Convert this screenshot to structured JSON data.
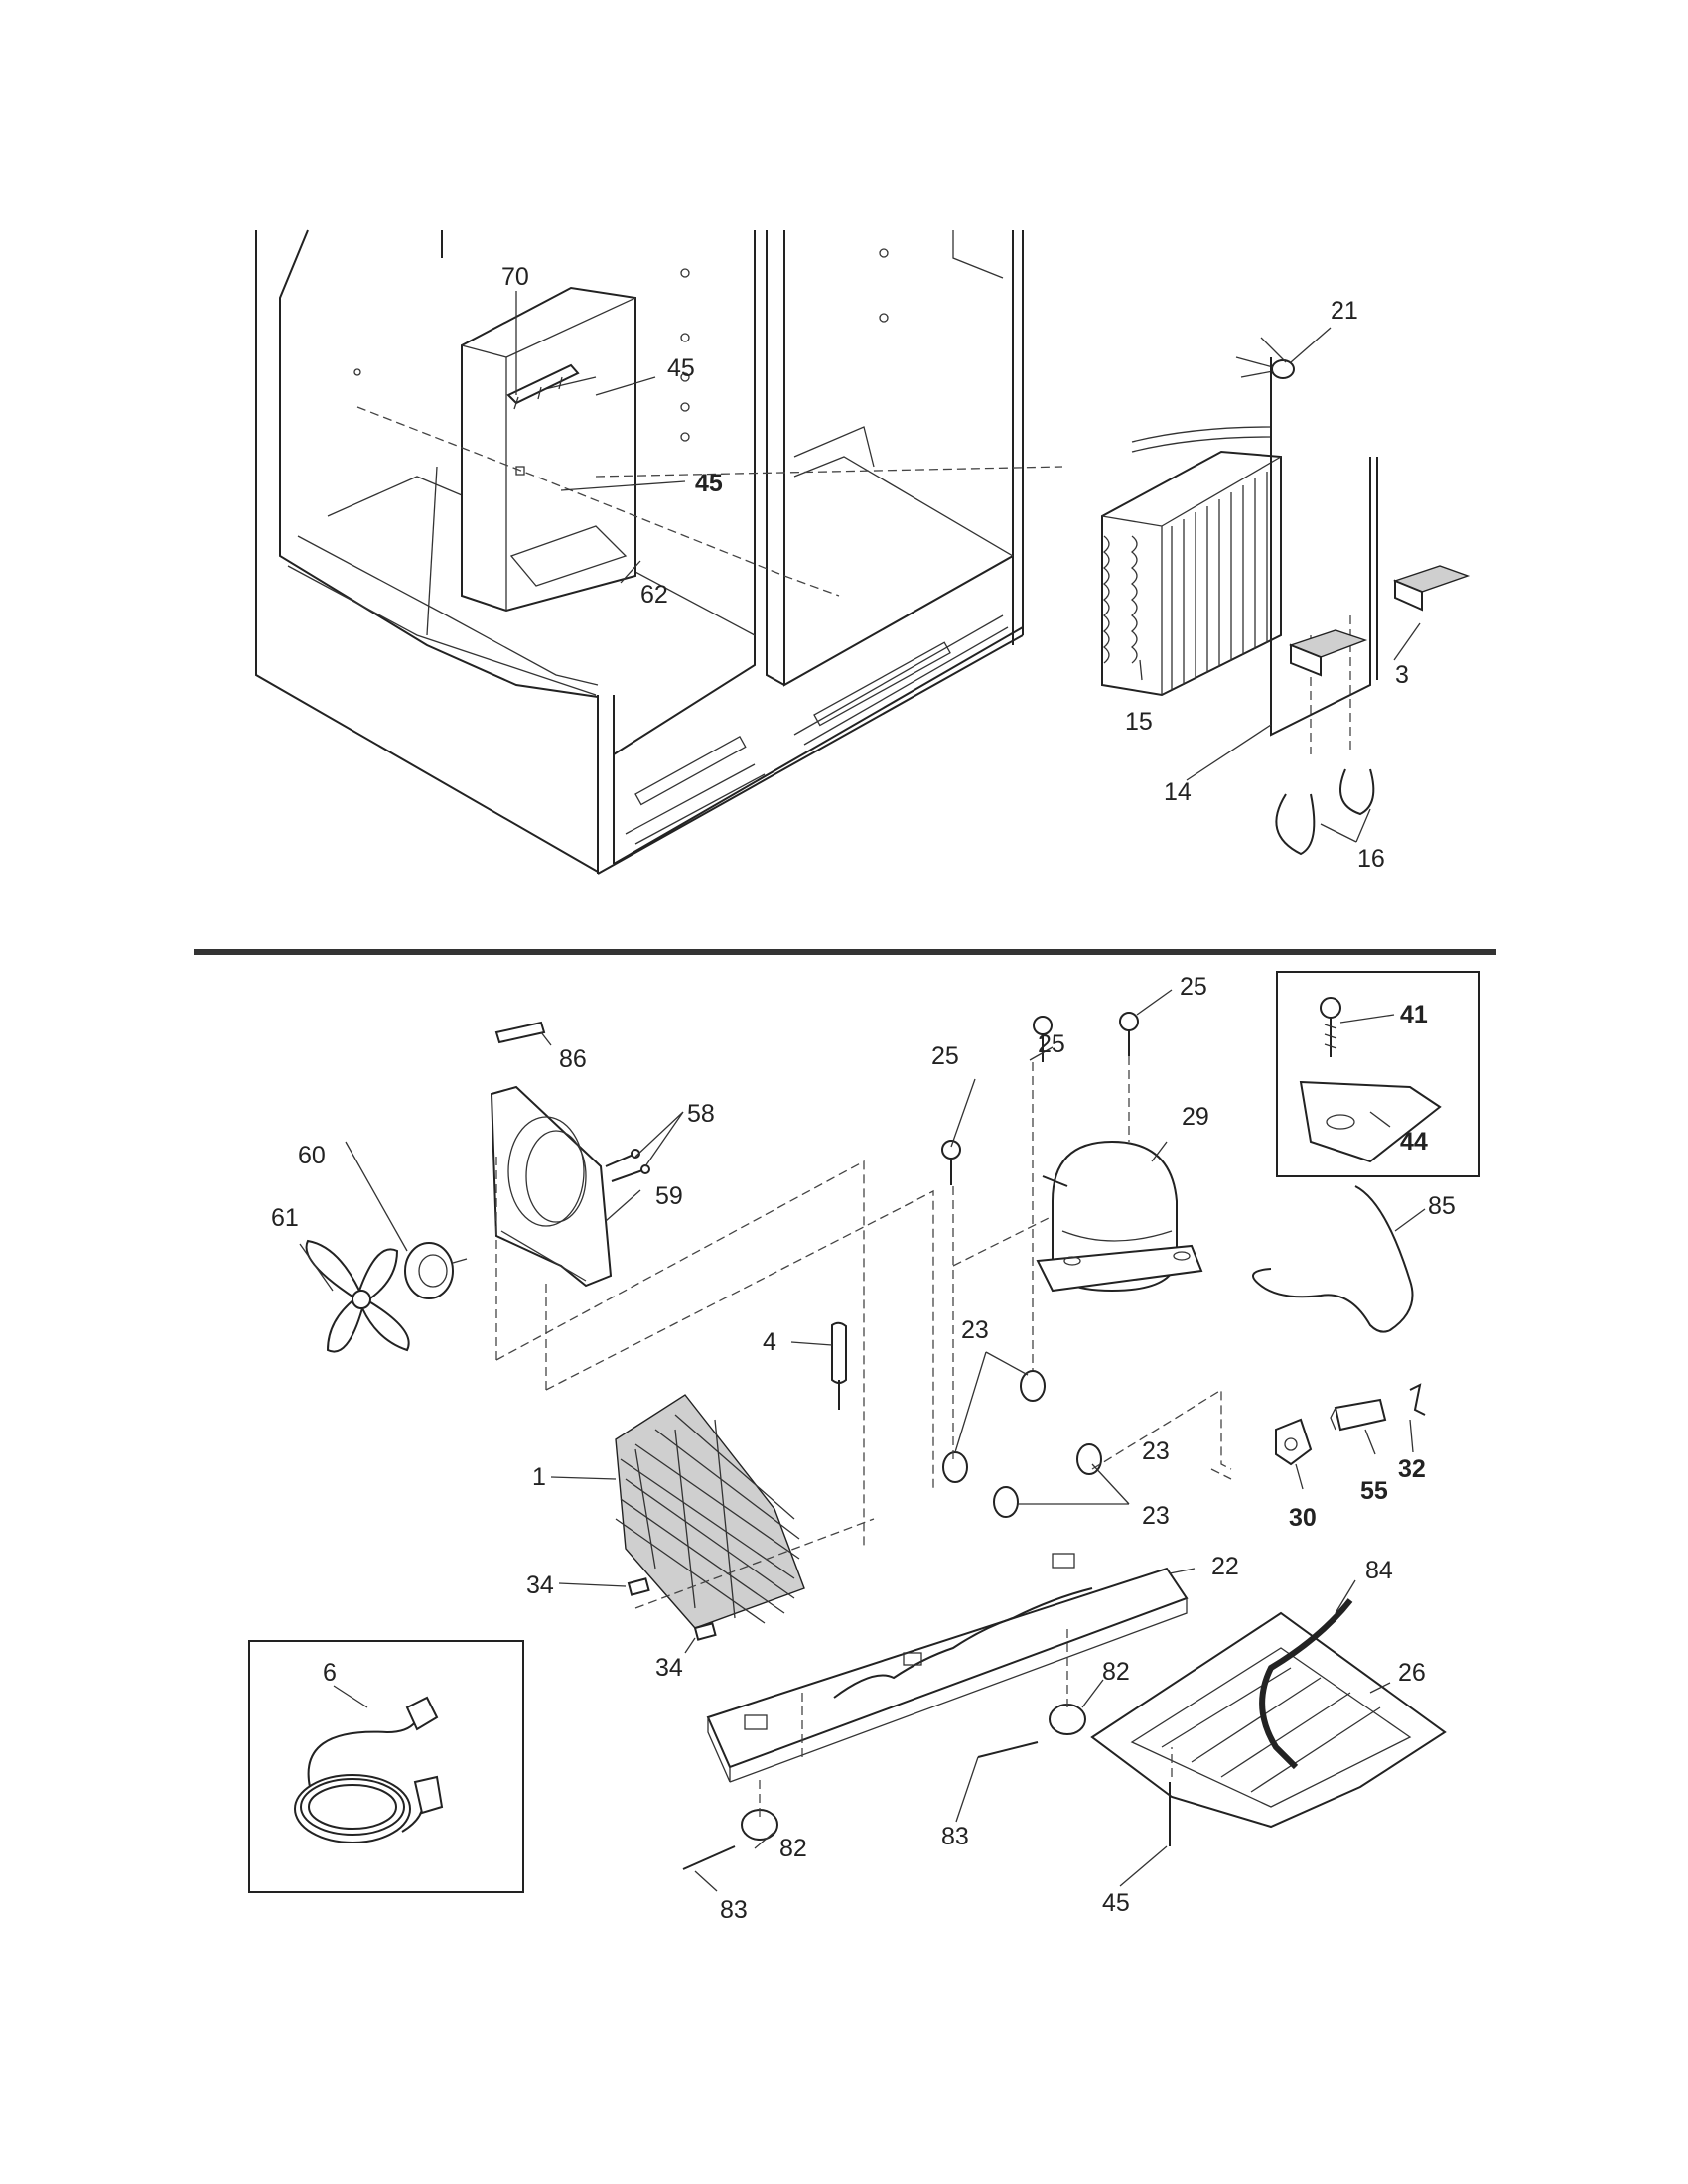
{
  "diagram": {
    "top_section": {
      "labels": [
        "70",
        "45",
        "45",
        "62",
        "21",
        "3",
        "15",
        "14",
        "16"
      ]
    },
    "bottom_section": {
      "labels": [
        "86",
        "58",
        "60",
        "59",
        "61",
        "25",
        "25",
        "25",
        "29",
        "41",
        "44",
        "85",
        "4",
        "23",
        "23",
        "23",
        "1",
        "34",
        "34",
        "32",
        "55",
        "30",
        "22",
        "6",
        "84",
        "26",
        "82",
        "82",
        "83",
        "83",
        "45"
      ]
    }
  }
}
